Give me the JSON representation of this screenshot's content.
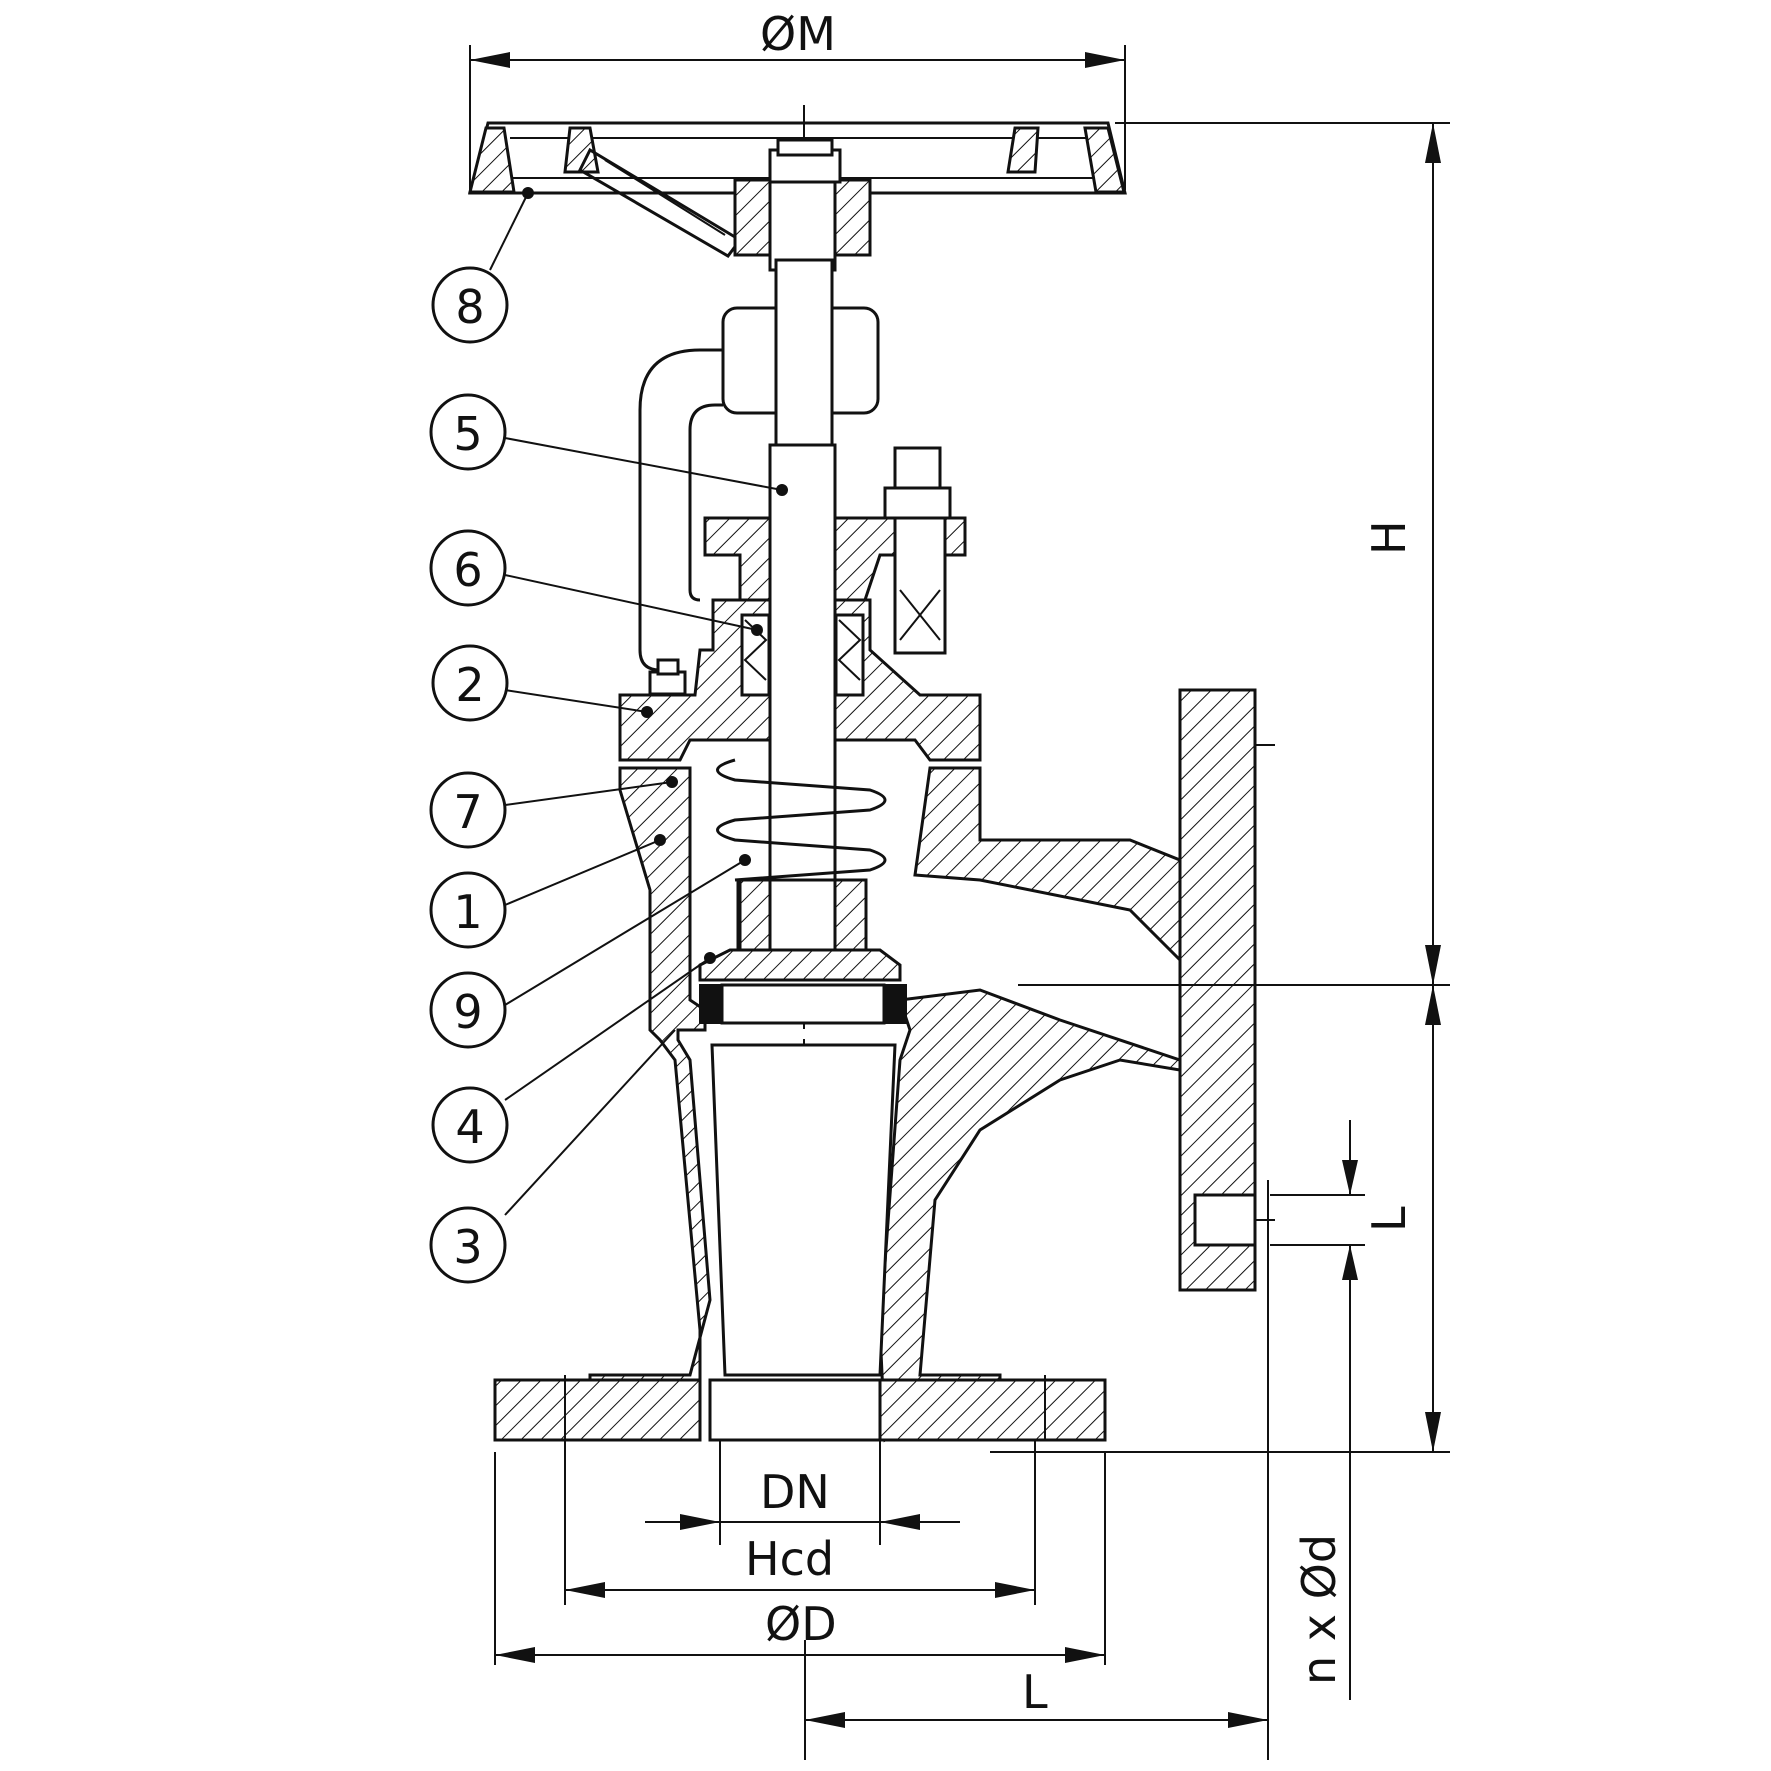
{
  "dimensions": {
    "handwheel_diameter": "ØM",
    "height": "H",
    "length_side": "L",
    "length_bottom": "L",
    "nominal_diameter": "DN",
    "bolt_circle": "Hcd",
    "flange_diameter": "ØD",
    "bolt_holes": "n x Ød"
  },
  "balloons": [
    {
      "id": "8"
    },
    {
      "id": "5"
    },
    {
      "id": "6"
    },
    {
      "id": "2"
    },
    {
      "id": "7"
    },
    {
      "id": "1"
    },
    {
      "id": "9"
    },
    {
      "id": "4"
    },
    {
      "id": "3"
    }
  ]
}
